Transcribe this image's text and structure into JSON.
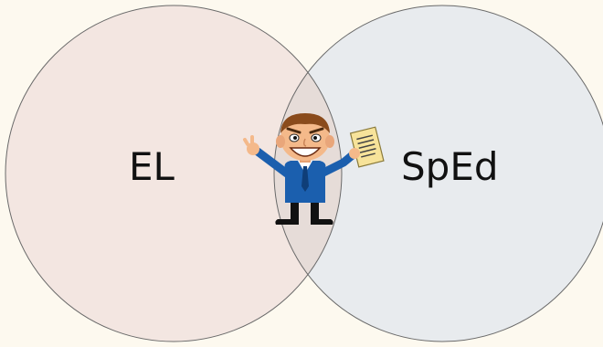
{
  "diagram": {
    "type": "venn",
    "sets": [
      {
        "label": "EL",
        "fill": "#f3e6e1"
      },
      {
        "label": "SpEd",
        "fill": "#e8ebee"
      }
    ],
    "overlap_fill": "#e6dcd8",
    "outline_color": "#6a6a6a",
    "background": "#fdf9ef"
  },
  "illustration": {
    "icon": "cartoon-person-holding-document-icon"
  }
}
